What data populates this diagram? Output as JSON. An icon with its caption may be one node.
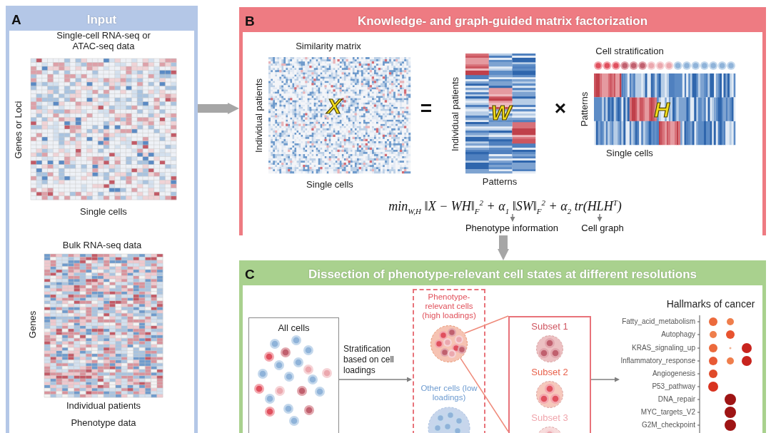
{
  "diagram": {
    "nodes": [
      {
        "text": [
          "A",
          "Input"
        ]
      },
      {
        "text": [
          "B",
          "Knowledge- and graph-guided matrix factorization"
        ]
      },
      {
        "text": [
          "min$_{W,H}$ ‖X − WH‖$_{F}$$^{2}$ + α$_{1}$ ‖SW‖$_{F}$$^{2}$ + α$_{2}$ tr(HLH$^{T}$)"
        ],
        "in": 1
      },
      {
        "text": [
          "Phenotype information"
        ],
        "in": 1
      },
      {
        "text": [
          "Cell graph"
        ],
        "in": 1
      },
      {
        "text": [
          "C",
          "Dissection of phenotype-relevant cell states at different resolutions"
        ]
      },
      {
        "text": [
          "All cells"
        ],
        "in": 5
      },
      {
        "text": [
          "Phenotype-relevant cells (high loadings)",
          "Other cells (low loadings)"
        ],
        "in": 5
      },
      {
        "text": [],
        "shape": "circle",
        "in": 7
      },
      {
        "text": [
          "Subset 1",
          "Subset 2",
          "Subset 3"
        ],
        "in": 5
      },
      {
        "text": [
          "Hallmarks of cancer",
          "Fatty_acid_metabolism",
          "Autophagy",
          "KRAS_signaling_up",
          "Inflammatory_response",
          "Angiogenesis",
          "P53_pathway",
          "DNA_repair",
          "MYC_targets_V2",
          "G2M_checkpoint"
        ],
        "in": 5
      }
    ],
    "edges": [
      {
        "from": 0,
        "to": 1,
        "arrow": "to",
        "style": "thick",
        "color": "#a6a6a6"
      },
      {
        "from": 1,
        "to": 5,
        "arrow": "to",
        "style": "thick",
        "color": "#a6a6a6"
      },
      {
        "from": 2,
        "to": 3,
        "arrow": "to"
      },
      {
        "from": 2,
        "to": 4,
        "arrow": "to"
      },
      {
        "from": 6,
        "to": 7,
        "arrow": "to",
        "label": "Stratification based on cell loadings"
      },
      {
        "from": 8,
        "to": 9,
        "arrow": "none",
        "color": "#ef8a7a"
      },
      {
        "from": 8,
        "to": 9,
        "arrow": "none",
        "color": "#ef8a7a"
      },
      {
        "from": 9,
        "to": 10,
        "arrow": "to"
      }
    ],
    "labels": [
      "Single-cell RNA-seq or ATAC-seq data",
      "Genes or Loci",
      "Single cells",
      "Bulk RNA-seq data",
      "Genes",
      "Individual patients",
      "Phenotype data",
      "Similarity matrix",
      "Individual patients",
      "X",
      "Single cells",
      "=",
      "Individual patients",
      "W",
      "Patterns",
      "×",
      "Cell stratification",
      "Patterns",
      "H",
      "Single cells"
    ]
  }
}
